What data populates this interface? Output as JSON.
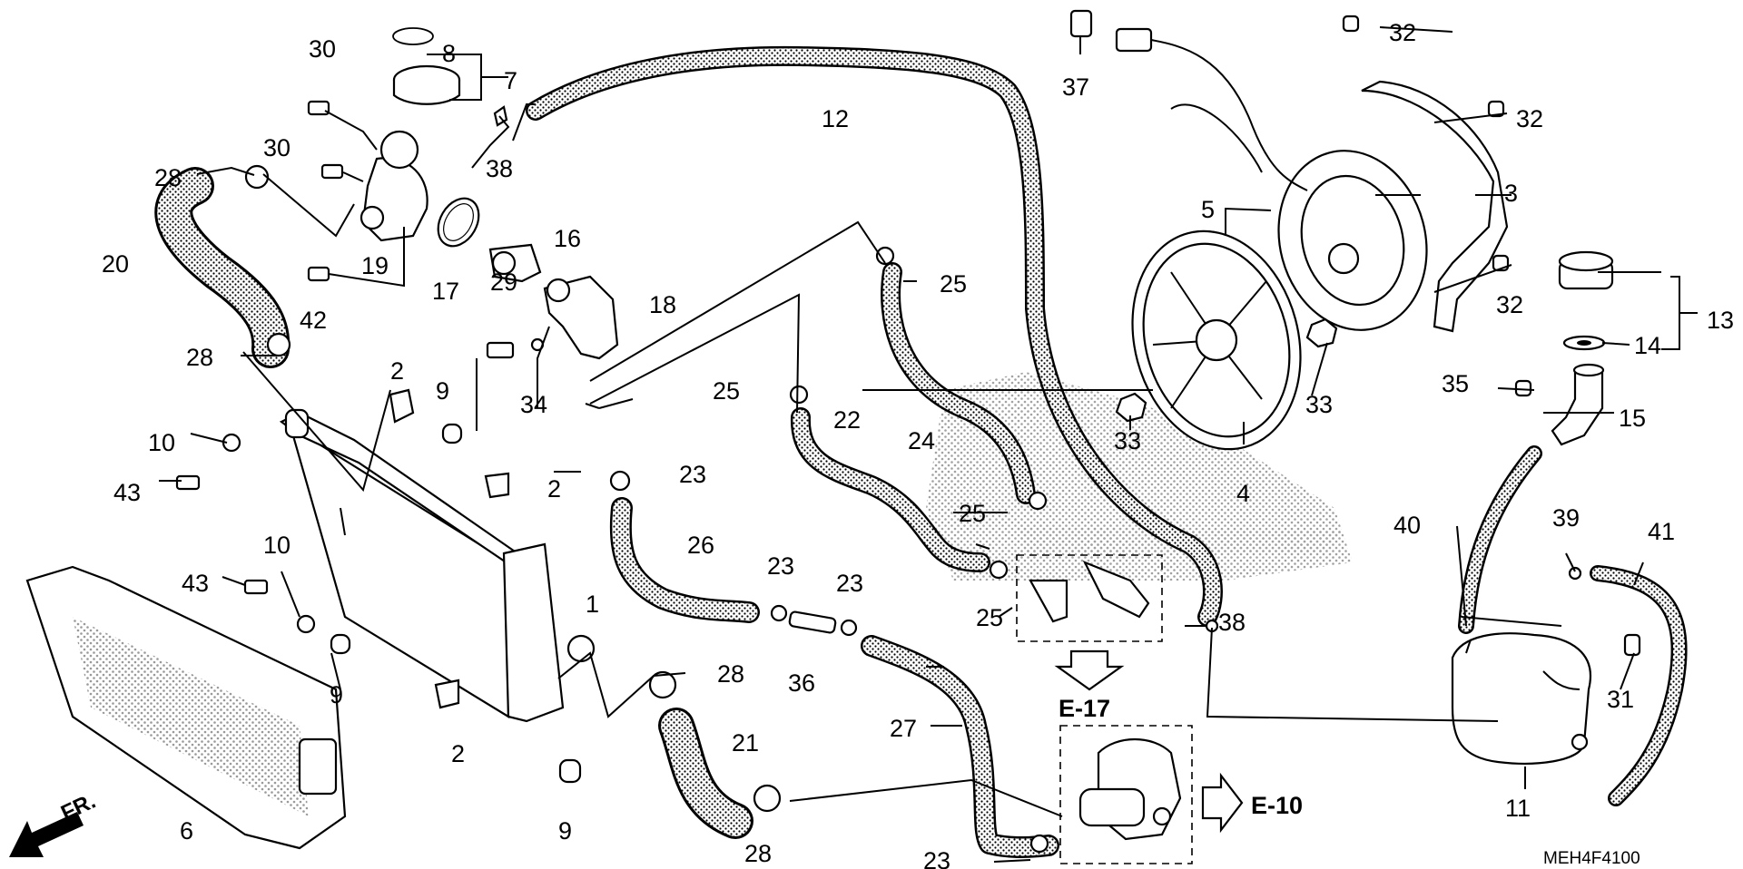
{
  "diagram": {
    "code": "MEH4F4100",
    "front_marker": "FR.",
    "refs": {
      "e17": "E-17",
      "e10": "E-10"
    },
    "callouts": [
      {
        "n": "1"
      },
      {
        "n": "2"
      },
      {
        "n": "2"
      },
      {
        "n": "2"
      },
      {
        "n": "3"
      },
      {
        "n": "4"
      },
      {
        "n": "5"
      },
      {
        "n": "6"
      },
      {
        "n": "7"
      },
      {
        "n": "8"
      },
      {
        "n": "9"
      },
      {
        "n": "9"
      },
      {
        "n": "9"
      },
      {
        "n": "10"
      },
      {
        "n": "10"
      },
      {
        "n": "11"
      },
      {
        "n": "12"
      },
      {
        "n": "13"
      },
      {
        "n": "14"
      },
      {
        "n": "15"
      },
      {
        "n": "16"
      },
      {
        "n": "17"
      },
      {
        "n": "18"
      },
      {
        "n": "19"
      },
      {
        "n": "20"
      },
      {
        "n": "21"
      },
      {
        "n": "22"
      },
      {
        "n": "23"
      },
      {
        "n": "23"
      },
      {
        "n": "23"
      },
      {
        "n": "23"
      },
      {
        "n": "24"
      },
      {
        "n": "25"
      },
      {
        "n": "25"
      },
      {
        "n": "25"
      },
      {
        "n": "25"
      },
      {
        "n": "26"
      },
      {
        "n": "27"
      },
      {
        "n": "28"
      },
      {
        "n": "28"
      },
      {
        "n": "28"
      },
      {
        "n": "28"
      },
      {
        "n": "29"
      },
      {
        "n": "30"
      },
      {
        "n": "30"
      },
      {
        "n": "31"
      },
      {
        "n": "32"
      },
      {
        "n": "32"
      },
      {
        "n": "32"
      },
      {
        "n": "33"
      },
      {
        "n": "33"
      },
      {
        "n": "34"
      },
      {
        "n": "35"
      },
      {
        "n": "36"
      },
      {
        "n": "37"
      },
      {
        "n": "38"
      },
      {
        "n": "38"
      },
      {
        "n": "39"
      },
      {
        "n": "40"
      },
      {
        "n": "41"
      },
      {
        "n": "42"
      },
      {
        "n": "43"
      },
      {
        "n": "43"
      }
    ]
  }
}
